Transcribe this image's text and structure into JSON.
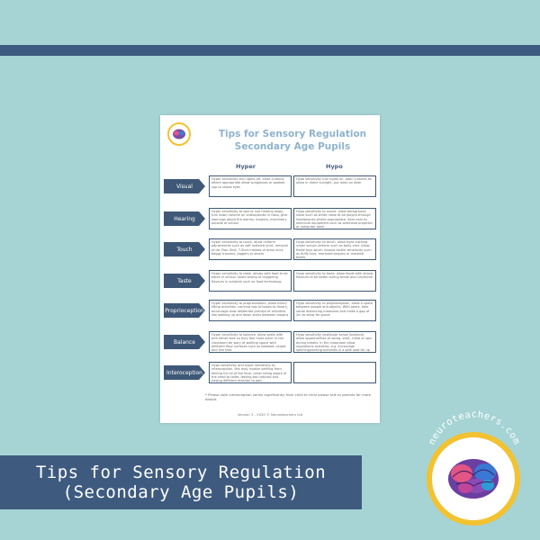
{
  "sheet": {
    "title_line1": "Tips for Sensory Regulation",
    "title_line2": "Secondary Age Pupils",
    "col_hyper": "Hyper",
    "col_hypo": "Hypo",
    "rows": [
      {
        "category": "Visual",
        "hyper": "Hyper sensitivity turn lights off, close curtains where appropriate allow sunglasses or peaked cap to shade eyes",
        "hypo": "Hypo sensitivity turn lights on, open curtains tin allow in direct sunlight, put lamp on desk"
      },
      {
        "category": "Hearing",
        "hyper": "Hyper sensitivity to sound, use hearing loops, turn down volume on videos/audio in class, give warnings about fire alarms, mowers, machinery outside of school",
        "hypo": "Hypo sensitivity to sound, allow background noise such as white noise to be played through headphones where appropriate. Seat near to electrical equipment such as overhead projector or computer bank"
      },
      {
        "category": "Touch",
        "hyper": "Hyper sensitivity to touch, allow uniform adjustments such as soft material shirt, removal of tie, Polo Shirt, T-Shirt instead of dress shirt, baggy trousers, joggers or shorts",
        "hypo": "Hypo sensitivity to touch, allow tight clothing under school uniform such as body vest. Allow fiddle toys which involve tactile sensitivity such as fluffy toys, mermaid sequins or material boxes"
      },
      {
        "category": "Taste",
        "hyper": "Hyper sensitivity to taste, allows safe food to be eaten in school. Avoid strong or triggering flavours in subjects such as food technology",
        "hypo": "Hypo sensitivity to taste, allow foods with strong flavours to be eaten during break and lunchtime"
      },
      {
        "category": "Proprioception",
        "hyper": "Hyper sensitivity to proprioception, allow heavy lifting activities, carrying box of books to library, encourage slow deliberate precept of activities like walking up and down stairs between lessons",
        "hypo": "Hypo sensitivity to proprioception, allow a space between people and objects. With peers, take social distancing measures and make a gap of 2m to allow for space"
      },
      {
        "category": "Balance",
        "hyper": "Hyper sensitivity to balance, allow seats with arm either side so they feel more solid. In the classroom be wary of walking space with different floor surfaces such as between carpet and line tiles",
        "hypo": "Hypo sensitivity vestibular sense (balance), allow opportunities of swing, slide, climb or spin during breaks. In the classroom allow regulations activities, e.g. encourage spinning/rocking activities in a safe seat for up to 5 mins"
      },
      {
        "category": "Interoception",
        "hyper": "Hypo sensitivity and hyper sensitivity to interoception, this may involve settling from feeling full all of the time, never being aware of the need to toilet, feeling too hot/cold and having different reaction to pain",
        "hypo": ""
      }
    ],
    "footnote": "* Please note interoception varies significantly from child to child please talk to parents for more details",
    "version": "Version 3 - 2020 © Neuroteachers Ltd"
  },
  "caption": {
    "line1": "Tips for Sensory Regulation",
    "line2": "(Secondary Age Pupils)"
  },
  "brand": {
    "name": "neuroteachers.com",
    "ring_color": "#f2c230",
    "accent": "#3e5b7f"
  }
}
